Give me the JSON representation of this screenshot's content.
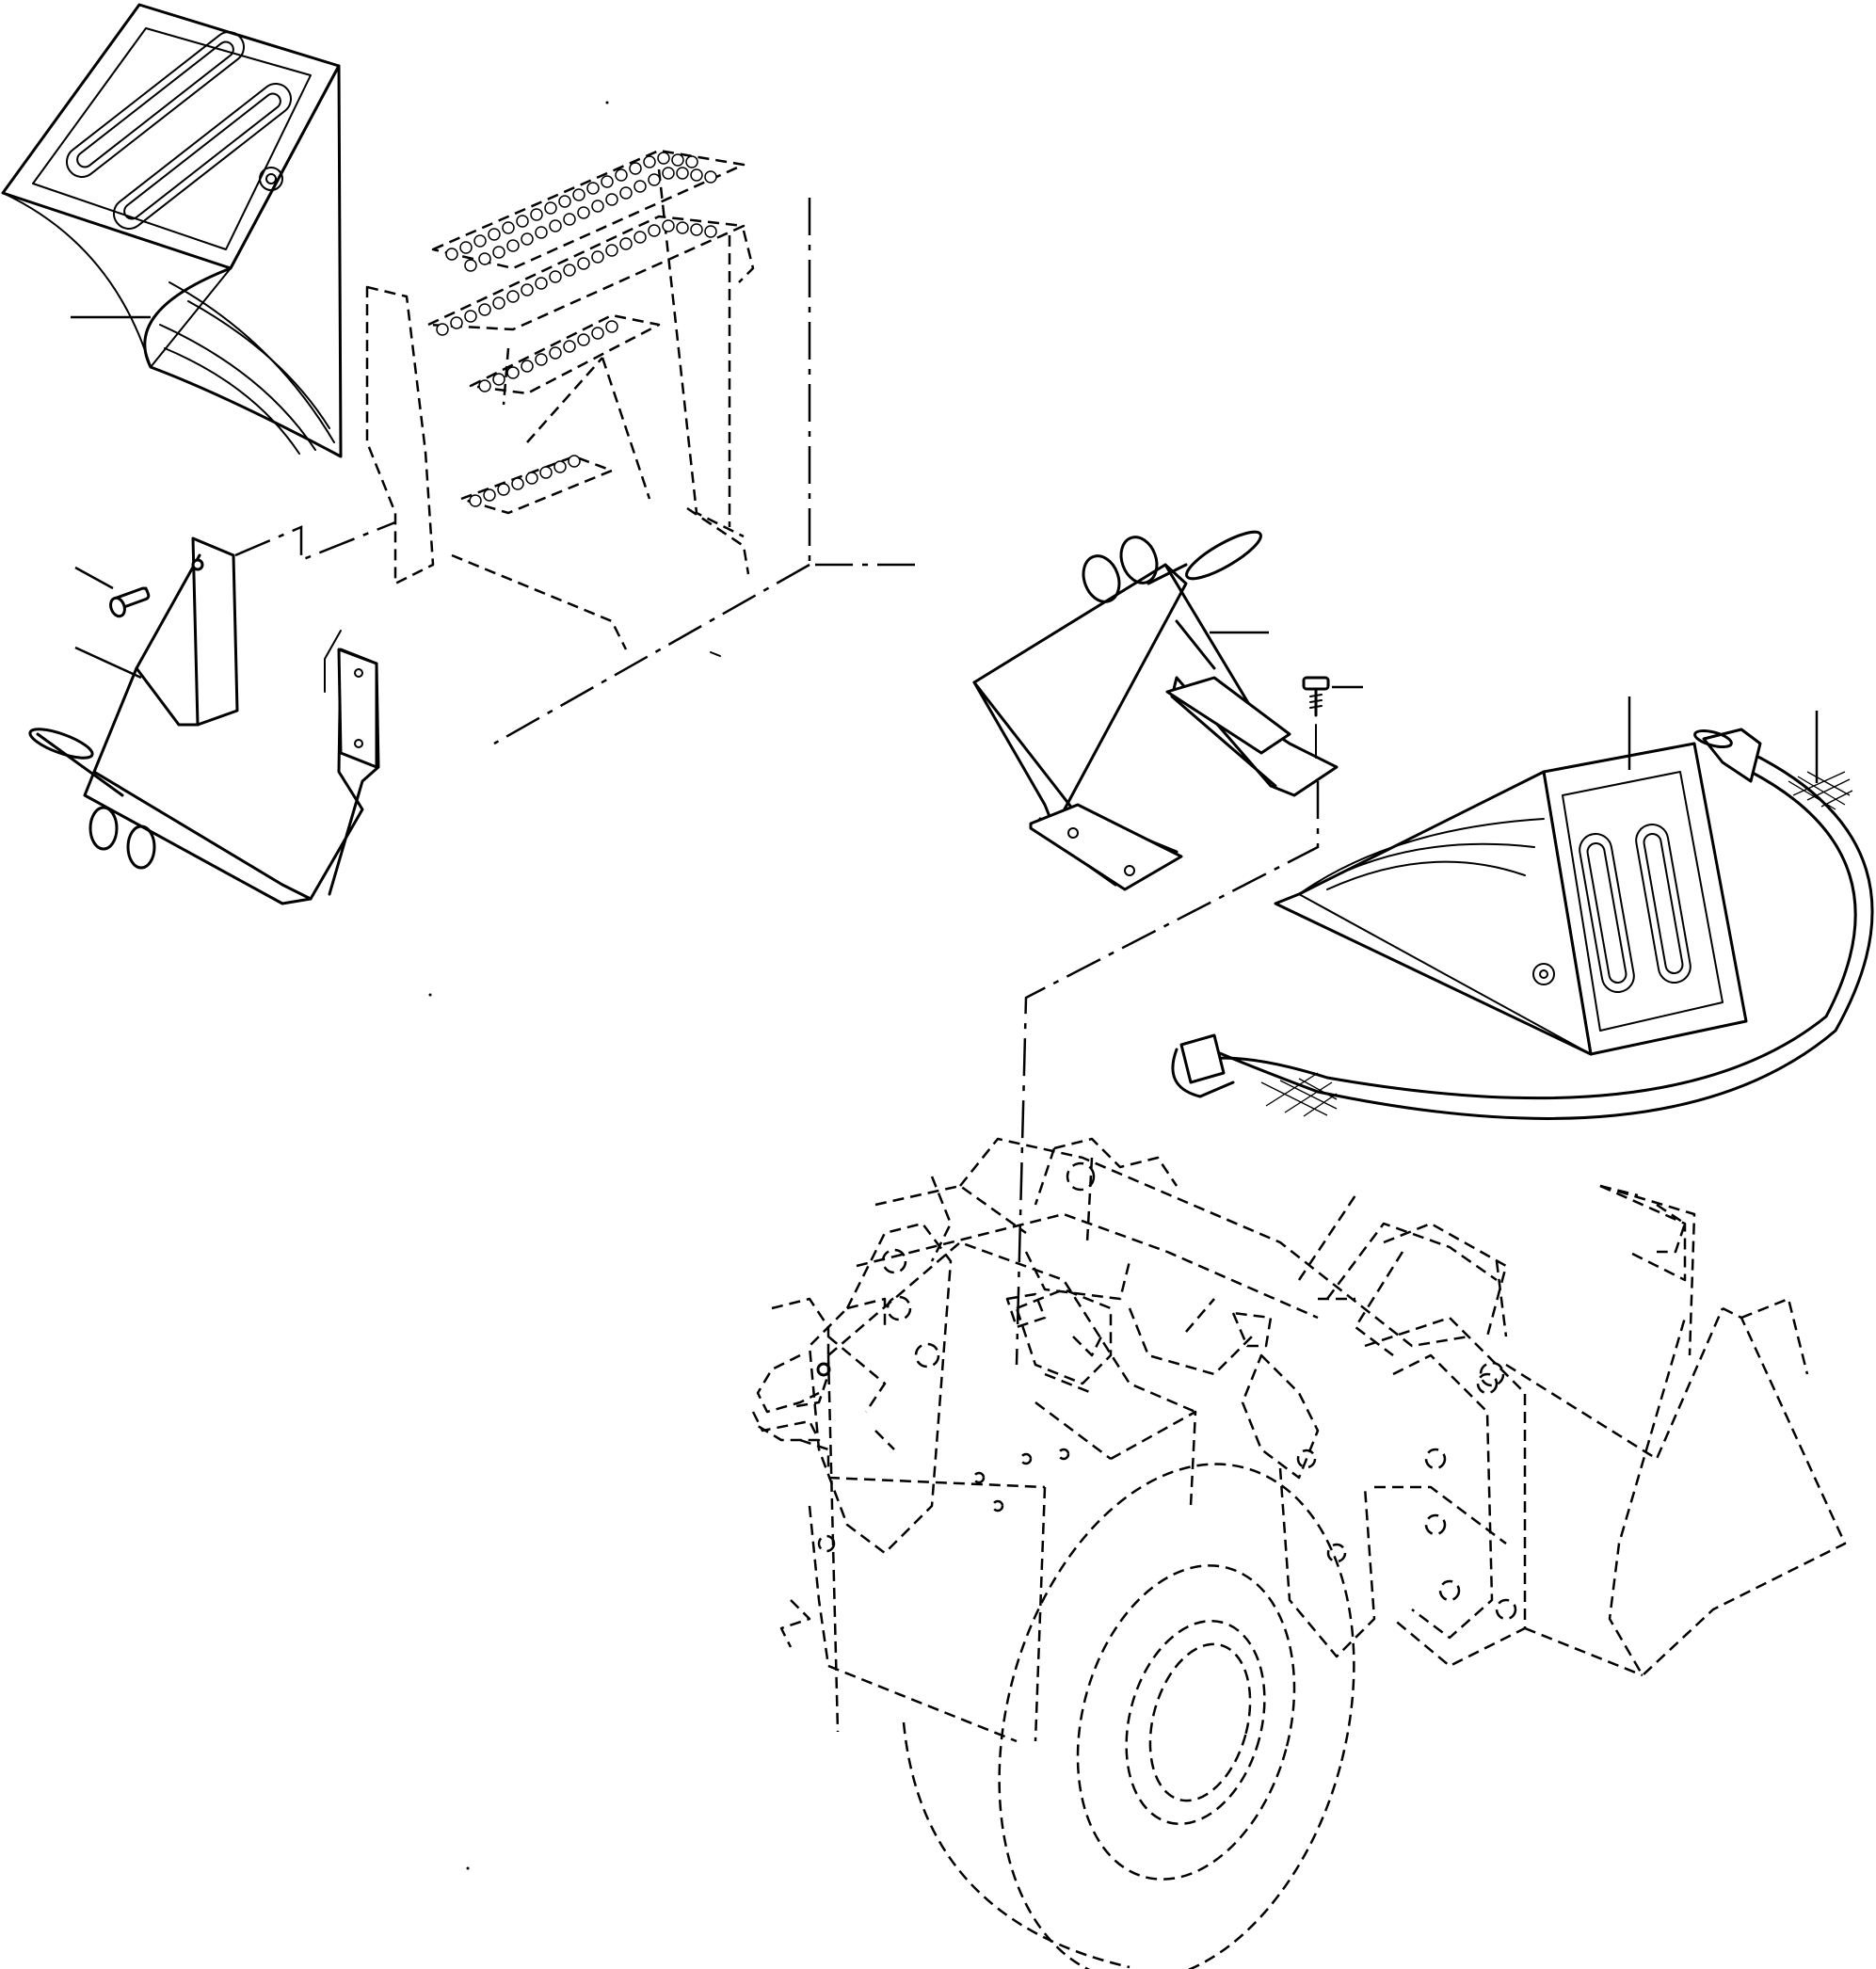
{
  "figure": {
    "kind": "exploded-parts-diagram",
    "parts": [
      "wheel-chock-left",
      "chock-holder-left",
      "step-ladder",
      "chock-holder-right",
      "wheel-chock-right",
      "retaining-strap",
      "screw-left",
      "screw-right",
      "machine-front-frame"
    ],
    "callout_count": 7
  }
}
